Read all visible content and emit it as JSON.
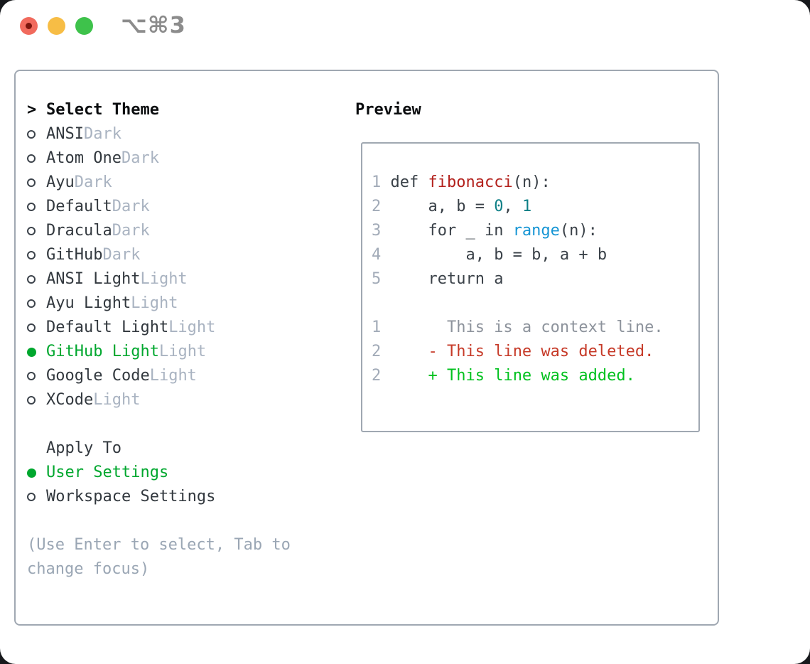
{
  "window": {
    "title": "⌥⌘3"
  },
  "colors": {
    "accent-green": "#00a72e",
    "added-green": "#00c11e",
    "deleted-red": "#c63a28",
    "function-red": "#b3211c",
    "literal-teal": "#0d7f86",
    "builtin-blue": "#1695d4",
    "code-text": "#3a4148",
    "line-number": "#a2abb8",
    "context-gray": "#8d939c",
    "text-dark": "#32383e",
    "muted-gray": "#a9b3c1",
    "hint-gray": "#9aa6b4",
    "border-gray": "#a0a8b2",
    "title-gray": "#8c8c8c",
    "traffic-red": "#f16a5d",
    "traffic-red-dot": "#7c150d",
    "traffic-yellow": "#f7bd45",
    "traffic-green": "#3ec24b"
  },
  "theme_picker": {
    "prompt": ">",
    "header": "Select Theme",
    "items": [
      {
        "name": "ANSI",
        "variant": "Dark",
        "selected": false
      },
      {
        "name": "Atom One",
        "variant": "Dark",
        "selected": false
      },
      {
        "name": "Ayu",
        "variant": "Dark",
        "selected": false
      },
      {
        "name": "Default",
        "variant": "Dark",
        "selected": false
      },
      {
        "name": "Dracula",
        "variant": "Dark",
        "selected": false
      },
      {
        "name": "GitHub",
        "variant": "Dark",
        "selected": false
      },
      {
        "name": "ANSI Light",
        "variant": "Light",
        "selected": false
      },
      {
        "name": "Ayu Light",
        "variant": "Light",
        "selected": false
      },
      {
        "name": "Default Light",
        "variant": "Light",
        "selected": false
      },
      {
        "name": "GitHub Light",
        "variant": "Light",
        "selected": true
      },
      {
        "name": "Google Code",
        "variant": "Light",
        "selected": false
      },
      {
        "name": "XCode",
        "variant": "Light",
        "selected": false
      }
    ]
  },
  "apply_to": {
    "header": "Apply To",
    "options": [
      {
        "label": "User Settings",
        "selected": true
      },
      {
        "label": "Workspace Settings",
        "selected": false
      }
    ]
  },
  "hint_lines": [
    "(Use Enter to select, Tab to",
    "change focus)"
  ],
  "preview": {
    "header": "Preview",
    "lines": [
      [
        [
          "1",
          "num"
        ],
        [
          " def ",
          "code"
        ],
        [
          "fibonacci",
          "fn"
        ],
        [
          "(n):",
          "code"
        ]
      ],
      [
        [
          "2",
          "num"
        ],
        [
          "     a, b = ",
          "code"
        ],
        [
          "0",
          "lit"
        ],
        [
          ", ",
          "code"
        ],
        [
          "1",
          "lit"
        ]
      ],
      [
        [
          "3",
          "num"
        ],
        [
          "     for _ in ",
          "code"
        ],
        [
          "range",
          "blt"
        ],
        [
          "(n):",
          "code"
        ]
      ],
      [
        [
          "4",
          "num"
        ],
        [
          "         a, b = b, a + b",
          "code"
        ]
      ],
      [
        [
          "5",
          "num"
        ],
        [
          "     return a",
          "code"
        ]
      ],
      [],
      [
        [
          "1",
          "num"
        ],
        [
          "       This is a context line.",
          "ctx"
        ]
      ],
      [
        [
          "2",
          "num"
        ],
        [
          "     ",
          "code"
        ],
        [
          "- This line was deleted.",
          "del"
        ]
      ],
      [
        [
          "2",
          "num"
        ],
        [
          "     ",
          "code"
        ],
        [
          "+ This line was added.",
          "add"
        ]
      ]
    ]
  }
}
